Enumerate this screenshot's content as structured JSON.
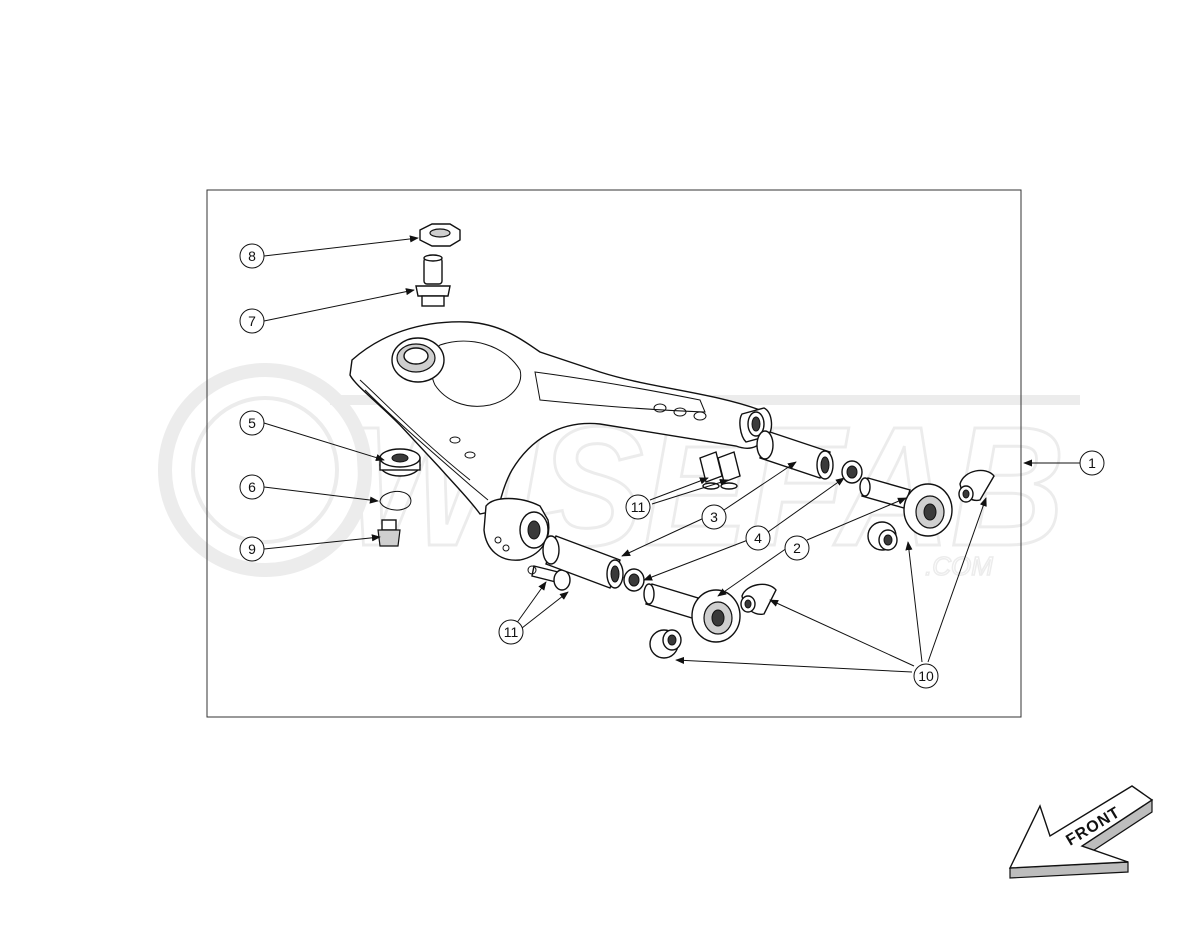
{
  "watermark": {
    "main": "WISEFAB",
    "sub": ".COM"
  },
  "callouts": [
    {
      "id": "1",
      "label": "1"
    },
    {
      "id": "2",
      "label": "2"
    },
    {
      "id": "3",
      "label": "3"
    },
    {
      "id": "4",
      "label": "4"
    },
    {
      "id": "5",
      "label": "5"
    },
    {
      "id": "6",
      "label": "6"
    },
    {
      "id": "7",
      "label": "7"
    },
    {
      "id": "8",
      "label": "8"
    },
    {
      "id": "9",
      "label": "9"
    },
    {
      "id": "10",
      "label": "10"
    },
    {
      "id": "11a",
      "label": "11"
    },
    {
      "id": "11b",
      "label": "11"
    }
  ],
  "direction_arrow": {
    "label": "FRONT"
  },
  "colors": {
    "line": "#111111",
    "shade": "#cfcfcf",
    "watermark": "#ececec"
  }
}
